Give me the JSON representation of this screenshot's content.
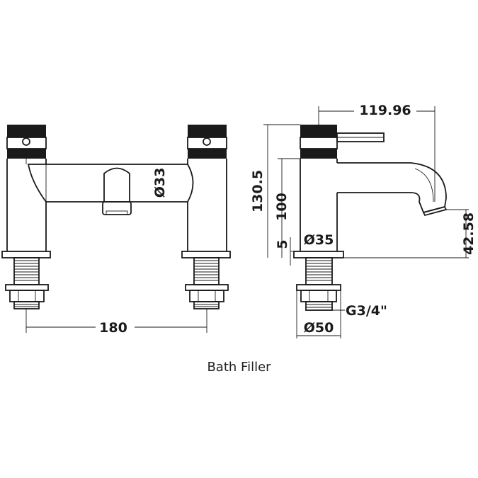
{
  "caption": "Bath Filler",
  "dimensions": {
    "width_between_centres": "180",
    "spout_diameter": "Ø33",
    "reach": "119.96",
    "height_total": "130.5",
    "height_to_spout": "100",
    "base_height": "5",
    "body_diameter": "Ø35",
    "spout_outlet_height": "42.58",
    "thread": "G3/4\"",
    "backnut_diameter": "Ø50"
  }
}
